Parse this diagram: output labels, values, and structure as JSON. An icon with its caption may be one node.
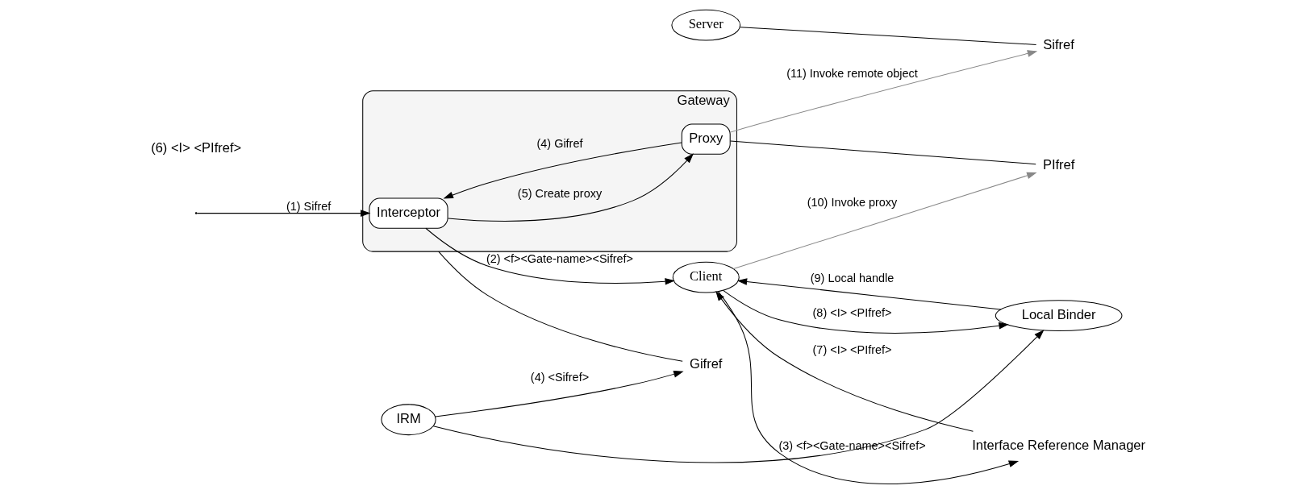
{
  "diagram": {
    "nodes": [
      {
        "text": [
          "Client"
        ]
      },
      {
        "text": [
          "Gateway"
        ]
      },
      {
        "text": [
          "Interceptor"
        ],
        "in": 1
      },
      {
        "text": [
          "Proxy"
        ],
        "in": 1
      },
      {
        "text": [
          "Server"
        ]
      },
      {
        "text": [
          "Sifref"
        ]
      },
      {
        "text": [
          "PIfref"
        ]
      },
      {
        "text": [
          "Interface Reference Manager"
        ]
      },
      {
        "text": [
          "Local Binder"
        ]
      },
      {
        "text": [
          "IRM"
        ]
      },
      {
        "text": [
          "Gifref"
        ]
      }
    ],
    "edges": [
      {
        "from": null,
        "to": 2,
        "arrow": "to",
        "label": "(1) Sifref"
      },
      {
        "from": 2,
        "to": 0,
        "arrow": "to",
        "label": "(2) <f><Gate-name><Sifref>"
      },
      {
        "from": 0,
        "to": 7,
        "arrow": "to",
        "label": "(3) <f><Gate-name><Sifref>"
      },
      {
        "from": 3,
        "to": 2,
        "arrow": "to",
        "label": "(4) Gifref"
      },
      {
        "from": 2,
        "to": 3,
        "arrow": "to",
        "label": "(5) Create proxy"
      },
      {
        "from": 3,
        "to": 6,
        "arrow": "none"
      },
      {
        "from": 9,
        "to": 8,
        "arrow": "to"
      },
      {
        "from": 9,
        "to": 10,
        "arrow": "to",
        "label": "(4) <Sifref>"
      },
      {
        "from": 7,
        "to": 0,
        "arrow": "to",
        "label": "(7) <I> <PIfref>"
      },
      {
        "from": 0,
        "to": 8,
        "arrow": "to",
        "label": "(8) <I> <PIfref>"
      },
      {
        "from": 8,
        "to": 0,
        "arrow": "to",
        "label": "(9) Local handle"
      },
      {
        "from": 0,
        "to": 6,
        "arrow": "to",
        "label": "(10) Invoke proxy",
        "color": "#888888"
      },
      {
        "from": 3,
        "to": 5,
        "arrow": "to",
        "label": "(11) Invoke remote object",
        "color": "#888888"
      },
      {
        "from": 4,
        "to": 5,
        "arrow": "none"
      },
      {
        "from": 1,
        "to": 10,
        "arrow": "none"
      }
    ],
    "labels": [
      "(6) <I> <PIfref>"
    ]
  }
}
